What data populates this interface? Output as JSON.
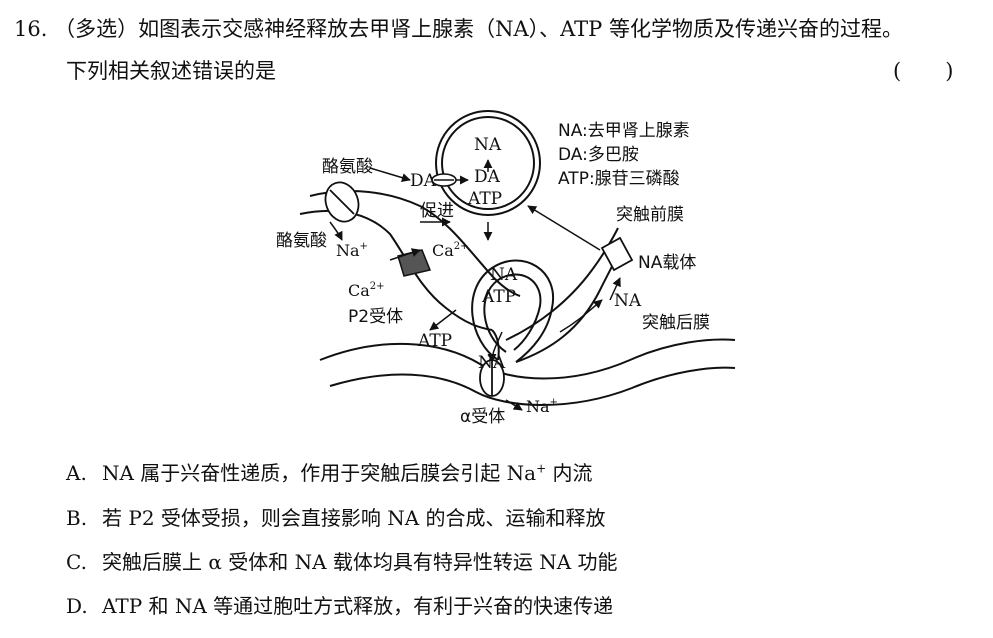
{
  "question": {
    "number": "16.",
    "type_tag": "（多选）",
    "stem_line1": "如图表示交感神经释放去甲肾上腺素（NA）、ATP 等化学物质及传递兴奋的过程。",
    "stem_line2": "下列相关叙述错误的是",
    "paren_open": "(",
    "paren_close": ")"
  },
  "diagram": {
    "legend": [
      "NA:去甲肾上腺素",
      "DA:多巴胺",
      "ATP:腺苷三磷酸"
    ],
    "tyrosine_top": "酪氨酸",
    "tyrosine_left": "酪氨酸",
    "da": "DA",
    "vesicle_na": "NA",
    "vesicle_da": "DA",
    "vesicle_atp": "ATP",
    "promote": "促进",
    "ca_upper": "Ca",
    "ca_upper_sup": "2+",
    "ca_lower": "Ca",
    "ca_lower_sup": "2+",
    "na_ion_left": "Na",
    "na_ion_left_sup": "+",
    "p2_receptor": "P2受体",
    "atp_left": "ATP",
    "cleft_na": "NA",
    "cleft_atp": "ATP",
    "na_below": "NA",
    "alpha_receptor": "α受体",
    "na_ion_bottom": "Na",
    "na_ion_bottom_sup": "+",
    "presynaptic": "突触前膜",
    "na_carrier": "NA载体",
    "na_right": "NA",
    "postsynaptic": "突触后膜"
  },
  "options": [
    {
      "letter": "A.",
      "text": "NA 属于兴奋性递质，作用于突触后膜会引起 Na",
      "sup": "+",
      "tail": " 内流"
    },
    {
      "letter": "B.",
      "text": "若 P2 受体受损，则会直接影响 NA 的合成、运输和释放"
    },
    {
      "letter": "C.",
      "text": "突触后膜上 α 受体和 NA 载体均具有特异性转运 NA 功能"
    },
    {
      "letter": "D.",
      "text": "ATP 和 NA 等通过胞吐方式释放，有利于兴奋的快速传递"
    }
  ]
}
